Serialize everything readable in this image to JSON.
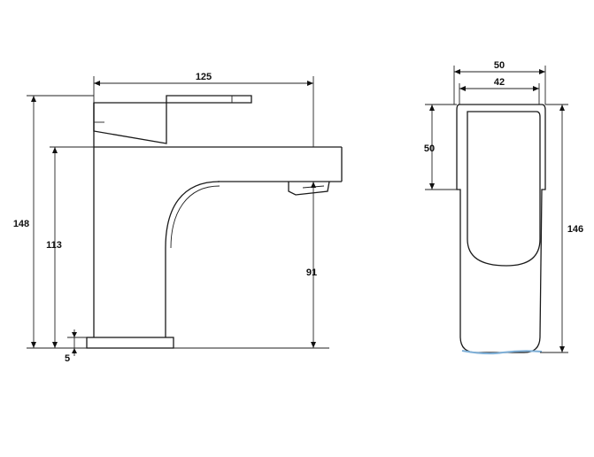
{
  "dimensions": {
    "width_total": "125",
    "height_total": "148",
    "height_spout_top": "113",
    "base_thickness": "5",
    "height_spout_outlet": "91",
    "width_body": "50",
    "width_lever": "42",
    "height_lever": "50",
    "height_side": "146"
  },
  "colors": {
    "line": "#1a1a1a",
    "accent": "#7fb0d8"
  }
}
